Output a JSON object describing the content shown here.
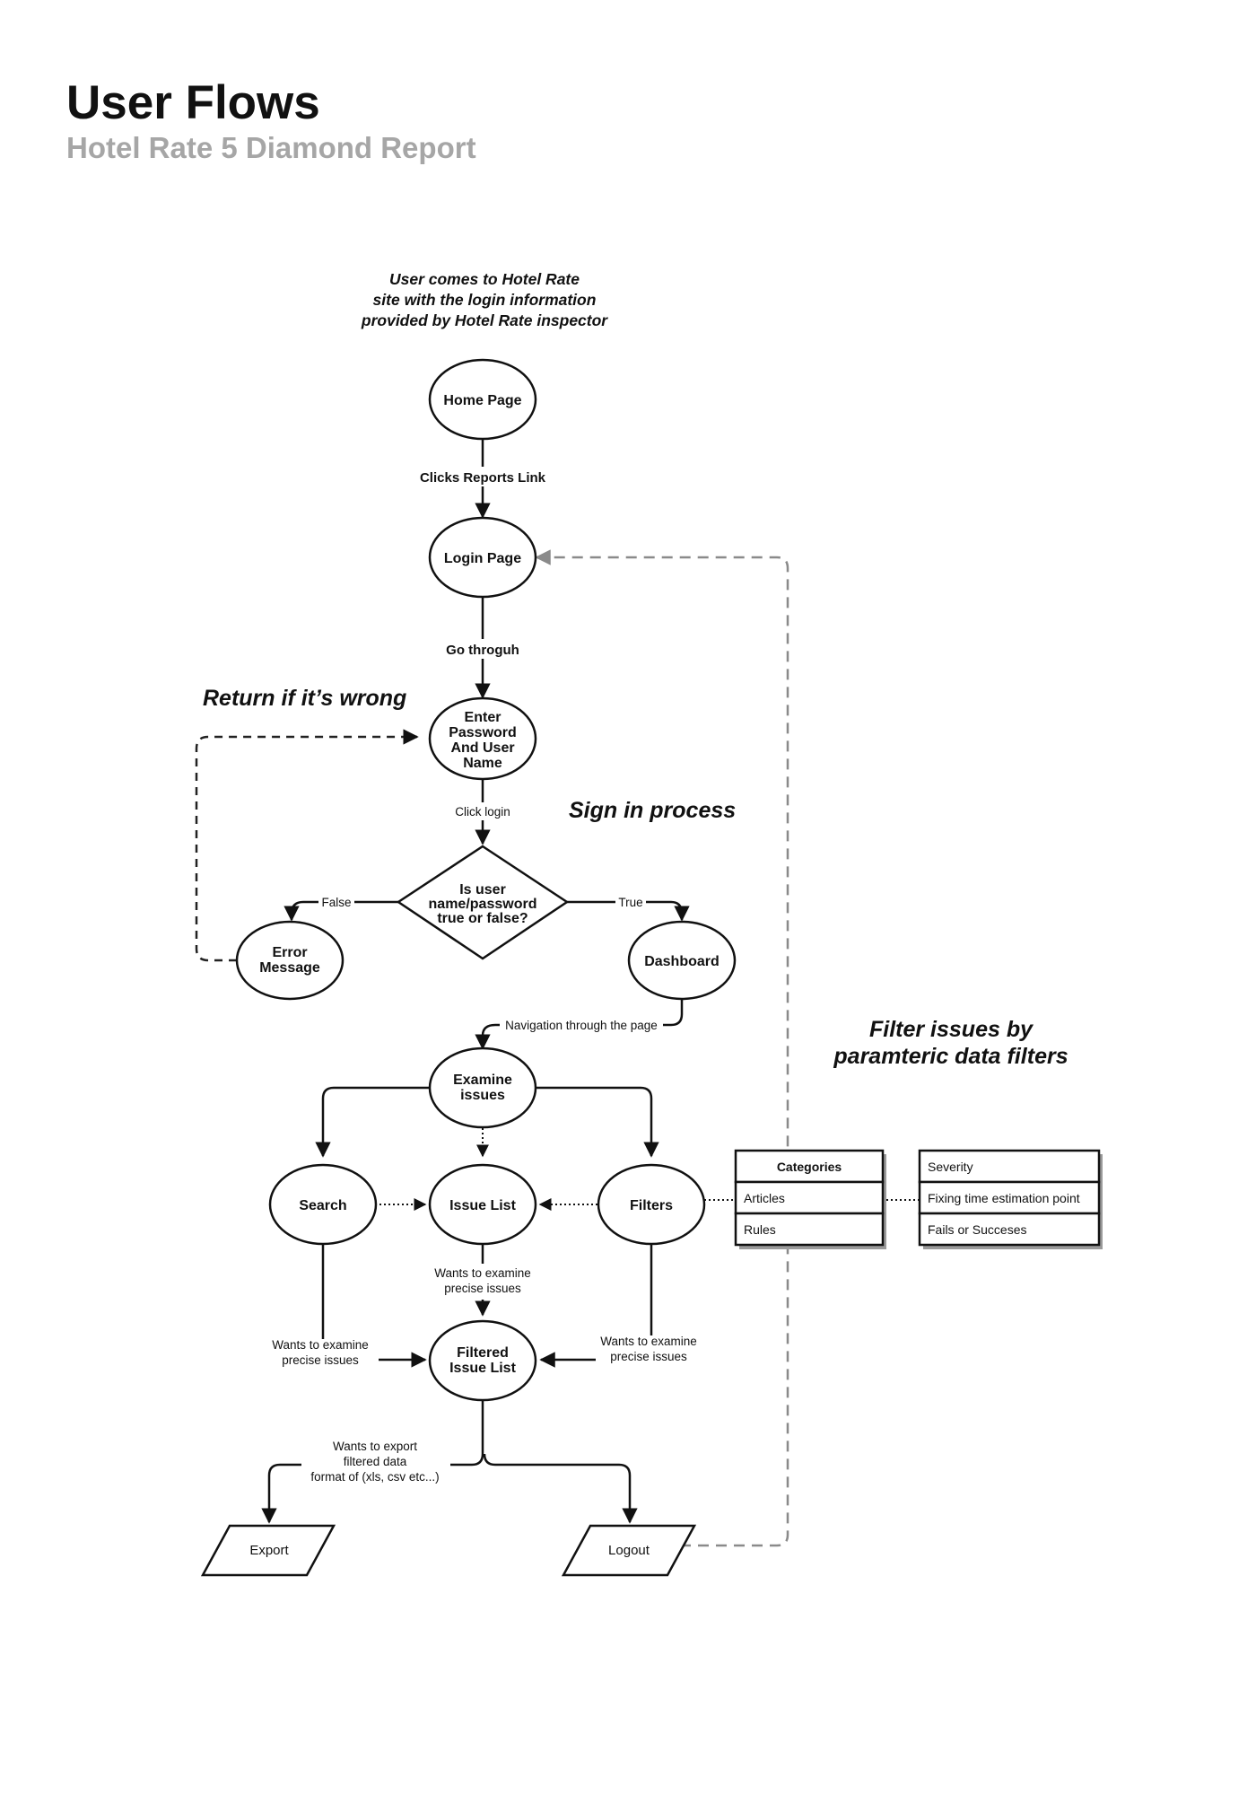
{
  "header": {
    "title": "User Flows",
    "subtitle": "Hotel Rate 5 Diamond Report"
  },
  "intro_note": [
    "User comes to Hotel Rate",
    "site with the login information",
    "provided by Hotel Rate inspector"
  ],
  "sections": {
    "return_if_wrong": "Return if it’s wrong",
    "sign_in_process": "Sign in process",
    "filter_issues": [
      "Filter issues by",
      "paramteric data filters"
    ]
  },
  "nodes": {
    "home_page": [
      "Home Page"
    ],
    "login_page": [
      "Login Page"
    ],
    "enter_credentials": [
      "Enter",
      "Password",
      "And User",
      "Name"
    ],
    "decision": [
      "Is user",
      "name/password",
      "true or false?"
    ],
    "error_message": [
      "Error",
      "Message"
    ],
    "dashboard": [
      "Dashboard"
    ],
    "examine_issues": [
      "Examine",
      "issues"
    ],
    "search": [
      "Search"
    ],
    "issue_list": [
      "Issue List"
    ],
    "filters": [
      "Filters"
    ],
    "filtered_issue_list": [
      "Filtered",
      "Issue List"
    ],
    "export": [
      "Export"
    ],
    "logout": [
      "Logout"
    ]
  },
  "edge_labels": {
    "clicks_reports_link": "Clicks Reports Link",
    "go_through": "Go throguh",
    "click_login": "Click login",
    "false": "False",
    "true": "True",
    "navigation": "Navigation through the page",
    "issue_list_examine": [
      "Wants to examine",
      "precise issues"
    ],
    "search_examine": [
      "Wants to examine",
      "precise issues"
    ],
    "filters_examine": [
      "Wants to examine",
      "precise issues"
    ],
    "export_data": [
      "Wants to export",
      "filtered data",
      "format of (xls, csv etc...)"
    ]
  },
  "filter_tables": {
    "categories": {
      "header": "Categories",
      "rows": [
        "Articles",
        "Rules"
      ]
    },
    "attributes": {
      "rows": [
        "Severity",
        "Fixing time estimation point",
        "Fails or Succeses"
      ]
    }
  },
  "colors": {
    "ink": "#111111",
    "subtitle_grey": "#a6a6a6",
    "dashed_grey": "#8a8a8a",
    "shadow": "#9a9a9a"
  }
}
